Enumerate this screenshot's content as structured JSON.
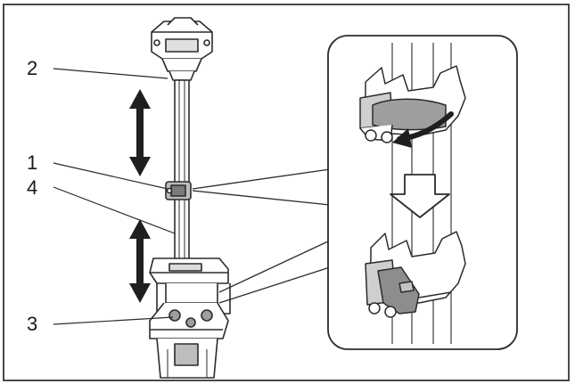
{
  "callouts": {
    "c1": "1",
    "c2": "2",
    "c3": "3",
    "c4": "4"
  },
  "icons": {
    "double_arrow_upper": "double-headed-vertical-arrow",
    "double_arrow_lower": "double-headed-vertical-arrow",
    "rotate_arrow": "curved-rotation-arrow",
    "step_arrow": "hollow-down-arrow"
  },
  "colors": {
    "line": "#2b2b2b",
    "part_fill": "#ffffff",
    "part_shade": "#9e9e9e",
    "arrow_fill": "#1f1f1f"
  }
}
